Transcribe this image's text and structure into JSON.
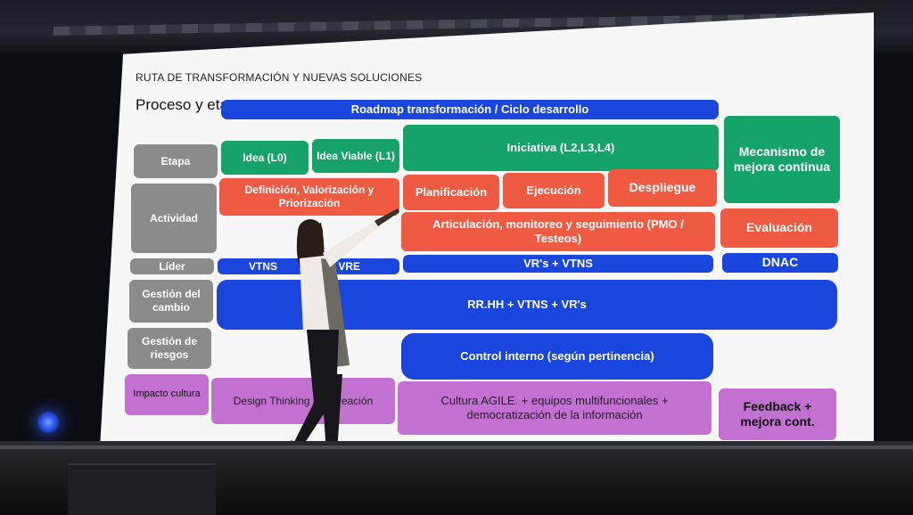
{
  "slide": {
    "kicker": "RUTA DE TRANSFORMACIÓN Y NUEVAS SOLUCIONES",
    "title": "Proceso y etapas",
    "roadmap_header": "Roadmap transformación / Ciclo desarrollo",
    "mechanism": "Mecanismo de mejora continua",
    "rows": {
      "etapa": {
        "label": "Etapa",
        "items": [
          "Idea (L0)",
          "Idea Viable (L1)",
          "Iniciativa (L2,L3,L4)"
        ]
      },
      "actividad": {
        "label": "Actividad",
        "items": [
          "Definición, Valorización y Priorización",
          "Planificación",
          "Ejecución",
          "Despliegue",
          "Articulación, monitoreo y seguimiento (PMO / Testeos)",
          "Evaluación"
        ]
      },
      "lider": {
        "label": "Líder",
        "items": [
          "VTNS",
          "VRE",
          "VR's + VTNS",
          "DNAC"
        ]
      },
      "gestion_cambio": {
        "label": "Gestión del cambio",
        "items": [
          "RR.HH + VTNS + VR's"
        ]
      },
      "gestion_riesgos": {
        "label": "Gestión de riesgos",
        "items": [
          "Control interno (según pertinencia)"
        ]
      },
      "impacto_cultura": {
        "label": "Impacto cultura",
        "items": [
          "Design Thinking / Cocreación",
          "Cultura AGILE. + equipos multifuncionales + democratización de la información",
          "Feedback + mejora cont."
        ]
      }
    }
  },
  "colors": {
    "blue": "#1b46dd",
    "green": "#16a36a",
    "red": "#ef5a43",
    "purple": "#c271d0",
    "gray": "#8b8b8b",
    "stage_light": "#2a55e8"
  }
}
